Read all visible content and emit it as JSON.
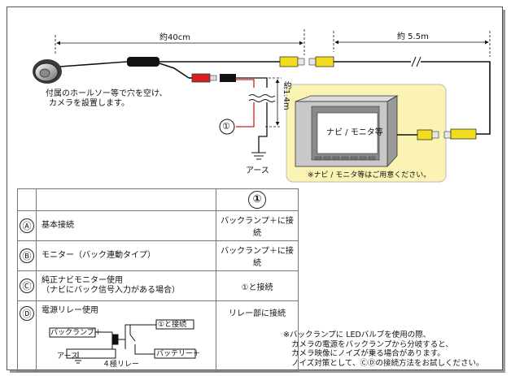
{
  "labels": {
    "dim_40cm": "約40cm",
    "dim_5_5m": "約 5.5m",
    "dim_1_4m": "約1.4m",
    "camera_note_1": "付属のホールソー等で穴を空け、",
    "camera_note_2": "カメラを設置します。",
    "marker_1": "①",
    "earth": "アース",
    "monitor_label": "ナビ / モニタ等",
    "monitor_note": "※ナビ / モニタ等はご用意ください。"
  },
  "table": {
    "header_result": "①",
    "rows": [
      {
        "mark": "Ⓐ",
        "desc_1": "基本接続",
        "desc_2": "",
        "result": "バックランプ＋に接続"
      },
      {
        "mark": "Ⓑ",
        "desc_1": "モニター（バック連動タイプ）",
        "desc_2": "",
        "result": "バックランプ＋に接続"
      },
      {
        "mark": "Ⓒ",
        "desc_1": "純正ナビモニター使用",
        "desc_2": "（ナビにバック信号入力がある場合）",
        "result": "①と接続"
      },
      {
        "mark": "Ⓓ",
        "desc_1": "電源リレー使用",
        "desc_2": "",
        "result": "リレー部に接続"
      }
    ],
    "relay": {
      "back_lamp": "バックランプ＋",
      "connect_1": "①と接続",
      "battery": "バッテリー＋",
      "relay_label": "４極リレー",
      "earth": "アース"
    }
  },
  "footnote": {
    "line_1": "※バックランプに LEDバルブを使用の際、",
    "line_2": "カメラの電源をバックランプから分岐すると、",
    "line_3": "カメラ映像にノイズが乗る場合があります。",
    "line_4": "ノイズ対策として、ⒸⒹの接続方法をお試しください。"
  },
  "colors": {
    "yellow_plug": "#f2dc1e",
    "red_plug": "#d42020",
    "monitor_panel": "#fbf3b4",
    "wire": "#111111"
  }
}
